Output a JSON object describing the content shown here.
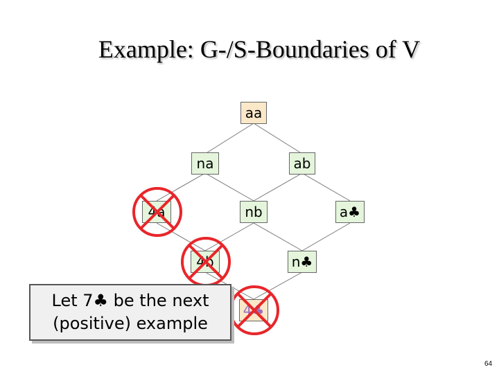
{
  "title": "Example: G-/S-Boundaries of V",
  "nodes": {
    "aa": "aa",
    "na": "na",
    "ab": "ab",
    "fa": "4a",
    "nb": "nb",
    "aclub": "a♣",
    "fb": "4b",
    "nclub": "n♣",
    "fclub": "4♣"
  },
  "callout": {
    "line1": "Let 7♣ be the next",
    "line2": "(positive) example"
  },
  "page_number": "64",
  "colors": {
    "green_fill": "#e4f5dc",
    "orange_fill": "#fbe8c8",
    "cross_red": "#e8262a",
    "fclub_text": "#9b6fc0"
  }
}
